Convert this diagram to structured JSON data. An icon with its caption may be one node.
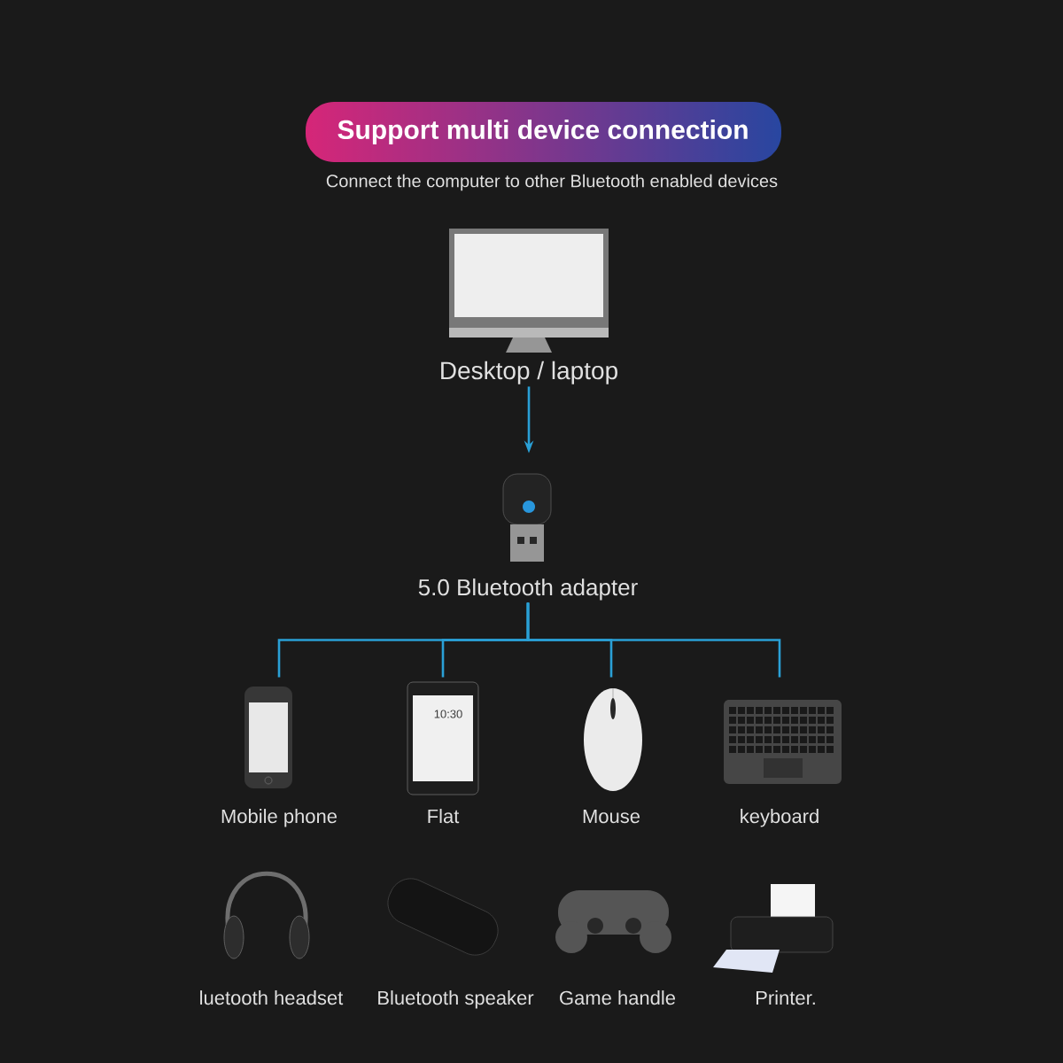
{
  "diagram": {
    "title": "Support multi device connection",
    "nodes": [
      {
        "text": [
          "Desktop / laptop"
        ]
      },
      {
        "text": [
          "5.0 Bluetooth adapter"
        ]
      },
      {
        "text": [
          "Mobile phone"
        ]
      },
      {
        "text": [
          "Flat"
        ]
      },
      {
        "text": [
          "Mouse"
        ]
      },
      {
        "text": [
          "keyboard"
        ]
      },
      {
        "text": [
          "luetooth headset"
        ]
      },
      {
        "text": [
          "Bluetooth speaker"
        ]
      },
      {
        "text": [
          "Game handle"
        ]
      },
      {
        "text": [
          "Printer."
        ]
      }
    ],
    "edges": [
      {
        "from": 0,
        "to": 1,
        "arrow": "to"
      },
      {
        "from": 1,
        "to": 2,
        "arrow": "none"
      },
      {
        "from": 1,
        "to": 3,
        "arrow": "none"
      },
      {
        "from": 1,
        "to": 4,
        "arrow": "none"
      },
      {
        "from": 1,
        "to": 5,
        "arrow": "none"
      }
    ],
    "labels": [
      "Connect the computer to other Bluetooth enabled devices",
      "10:30"
    ]
  }
}
